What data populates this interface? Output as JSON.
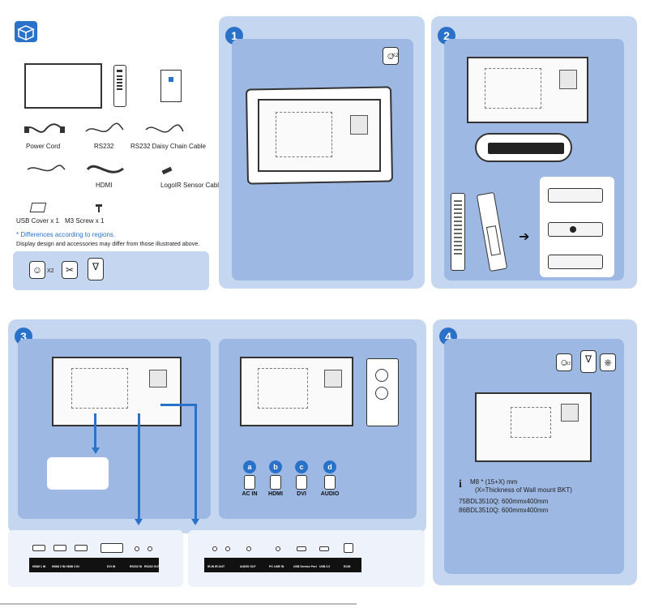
{
  "icons": {
    "unbox": "box-open-icon",
    "person": "person-icon",
    "scissors": "scissors-icon",
    "screwdriver": "screwdriver-icon",
    "drill": "drill-icon",
    "info": "info-icon"
  },
  "colors": {
    "accent": "#2a72c9",
    "panel": "#c5d6f0",
    "inner": "#9db8e2"
  },
  "accessories": {
    "power_cord": "Power Cord",
    "rs232": "RS232",
    "rs232_daisy": "RS232 Daisy Chain Cable",
    "hdmi": "HDMI",
    "logoir": "LogoIR Sensor Cable",
    "usb_cover": "USB Cover x 1",
    "m3_screw": "M3 Screw x 1"
  },
  "notes": {
    "regions": "* Differences according to regions.",
    "disclaimer": "Display design and accessories may differ from those illustrated above."
  },
  "tools": {
    "x2_top": "X2",
    "x2_step1": "K2",
    "x2_step4": "X2"
  },
  "steps": {
    "s1": "1",
    "s2": "2",
    "s3": "3",
    "s4": "4"
  },
  "connectors": [
    {
      "letter": "a",
      "label": "AC IN"
    },
    {
      "letter": "b",
      "label": "HDMI"
    },
    {
      "letter": "c",
      "label": "DVI"
    },
    {
      "letter": "d",
      "label": "AUDIO"
    }
  ],
  "ports_left": {
    "hdmi1": "HDMI 1 IN",
    "hdmi23": "HDMI 2 IN HDMI 3 IN",
    "dvi": "DVI IN",
    "rs232in": "RS232 IN",
    "rs232out": "RS232 OUT"
  },
  "ports_right": {
    "irinout": "IR-IN IR-OUT",
    "audioout": "AUDIO OUT",
    "pclinein": "PC LINE IN",
    "usbservice": "USB Service Port",
    "usb20": "USB 2.0",
    "rj45": "RJ45"
  },
  "mount": {
    "screw_spec": "M8 * (15+X) mm",
    "screw_note": "(X=Thickness of  Wall mount BKT)",
    "model1": "75BDL3510Q: 600mmx400mm",
    "model2": "86BDL3510Q: 600mmx400mm"
  }
}
